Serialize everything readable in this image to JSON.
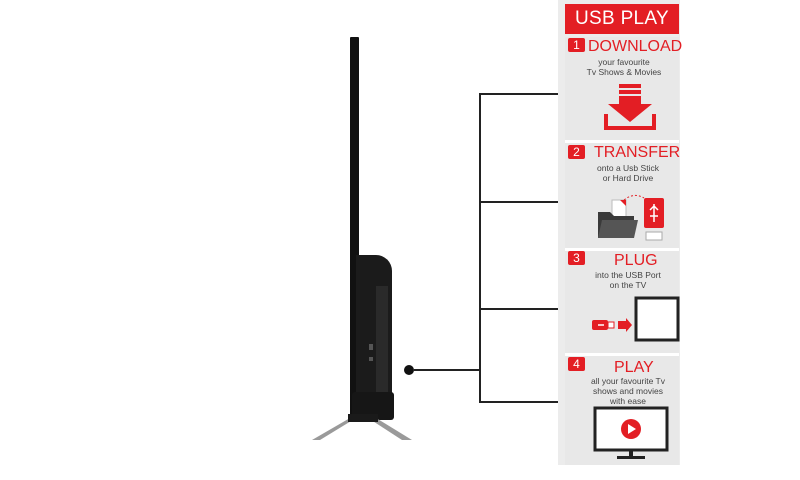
{
  "header": {
    "title": "USB PLAY"
  },
  "steps": [
    {
      "number": "1",
      "title": "DOWNLOAD",
      "desc_line1": "your favourite",
      "desc_line2": "Tv Shows & Movies",
      "icon": "download-icon"
    },
    {
      "number": "2",
      "title": "TRANSFER",
      "desc_line1": "onto a Usb Stick",
      "desc_line2": "or Hard Drive",
      "icon": "folder-to-usb-icon"
    },
    {
      "number": "3",
      "title": "PLUG",
      "desc_line1": "into the USB Port",
      "desc_line2": "on the TV",
      "icon": "usb-to-tv-icon"
    },
    {
      "number": "4",
      "title": "PLAY",
      "desc_line1": "all your favourite Tv",
      "desc_line2": "shows and movies",
      "desc_line3": "with ease",
      "icon": "tv-play-icon"
    }
  ],
  "colors": {
    "accent": "#e31e24",
    "panel_bg": "#ececec",
    "tv": "#111111"
  }
}
